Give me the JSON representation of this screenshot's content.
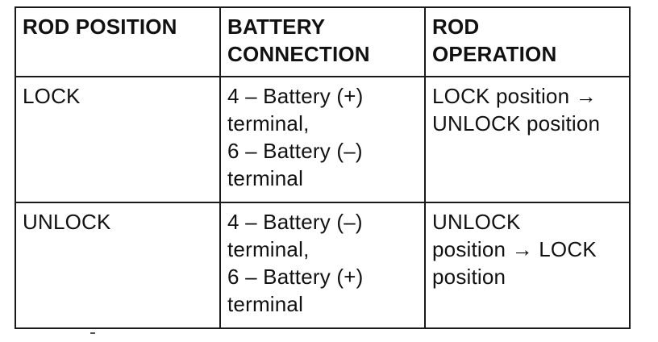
{
  "table": {
    "headers": [
      [
        "ROD POSITION"
      ],
      [
        "BATTERY",
        "CONNECTION"
      ],
      [
        "ROD",
        "OPERATION"
      ]
    ],
    "rows": [
      {
        "position": [
          "LOCK"
        ],
        "connection": [
          "4 – Battery (+)",
          "terminal,",
          "6 – Battery (–)",
          "terminal"
        ],
        "operation": [
          "LOCK position →",
          "UNLOCK position"
        ]
      },
      {
        "position": [
          "UNLOCK"
        ],
        "connection": [
          "4 – Battery (–)",
          "terminal,",
          "6 – Battery (+)",
          "terminal"
        ],
        "operation": [
          "UNLOCK",
          "position → LOCK",
          "position"
        ]
      }
    ]
  }
}
